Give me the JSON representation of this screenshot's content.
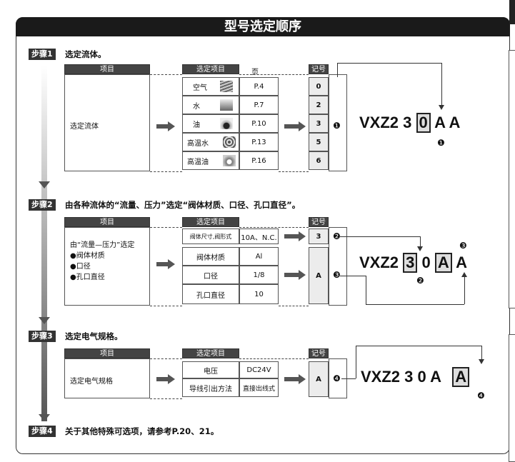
{
  "title": "型号选定顺序",
  "table_headers": {
    "item": "项目",
    "select": "选定项目",
    "page": "页",
    "symbol": "记号"
  },
  "step1": {
    "badge": "步骤1",
    "text": "选定流体。",
    "item": "选定流体",
    "rows": [
      {
        "label": "空气",
        "page": "P.4",
        "symbol": "0",
        "icon": "air-icon"
      },
      {
        "label": "水",
        "page": "P.7",
        "symbol": "2",
        "icon": "water-icon"
      },
      {
        "label": "油",
        "page": "P.10",
        "symbol": "3",
        "icon": "oil-icon"
      },
      {
        "label": "高温水",
        "page": "P.13",
        "symbol": "5",
        "icon": "hot-water-icon"
      },
      {
        "label": "高温油",
        "page": "P.16",
        "symbol": "6",
        "icon": "hot-oil-icon"
      }
    ],
    "marker": "❶",
    "model": {
      "a": "VXZ2",
      "b": "3",
      "c": "0",
      "d": "A",
      "e": "A"
    },
    "model_marker": "❶"
  },
  "step2": {
    "badge": "步骤2",
    "text": "由各种流体的“流量、压力”选定“阀体材质、口径、孔口直径”。",
    "item_lines": [
      "由“流量—压力”选定",
      "●阀体材质",
      "●口径",
      "●孔口直径"
    ],
    "rows": [
      {
        "label": "阀体尺寸,阀形式",
        "value": "10A、N.C."
      },
      {
        "label": "阀体材质",
        "value": "Al"
      },
      {
        "label": "口径",
        "value": "1/8"
      },
      {
        "label": "孔口直径",
        "value": "10"
      }
    ],
    "symbols": [
      "3",
      "A"
    ],
    "markers": [
      "❷",
      "❸"
    ],
    "model": {
      "a": "VXZ2",
      "b": "3",
      "c": "0",
      "d": "A",
      "e": "A"
    },
    "model_markers": [
      "❷",
      "❸"
    ]
  },
  "step3": {
    "badge": "步骤3",
    "text": "选定电气规格。",
    "item": "选定电气规格",
    "rows": [
      {
        "label": "电压",
        "value": "DC24V"
      },
      {
        "label": "导线引出方法",
        "value": "直接出线式"
      }
    ],
    "symbol": "A",
    "marker": "❹",
    "model": {
      "a": "VXZ2",
      "b": "3",
      "c": "0",
      "d": "A",
      "e": "A"
    },
    "model_marker": "❹"
  },
  "step4": {
    "badge": "步骤4",
    "text": "关于其他特殊可选项，请参考P.20、21。"
  }
}
